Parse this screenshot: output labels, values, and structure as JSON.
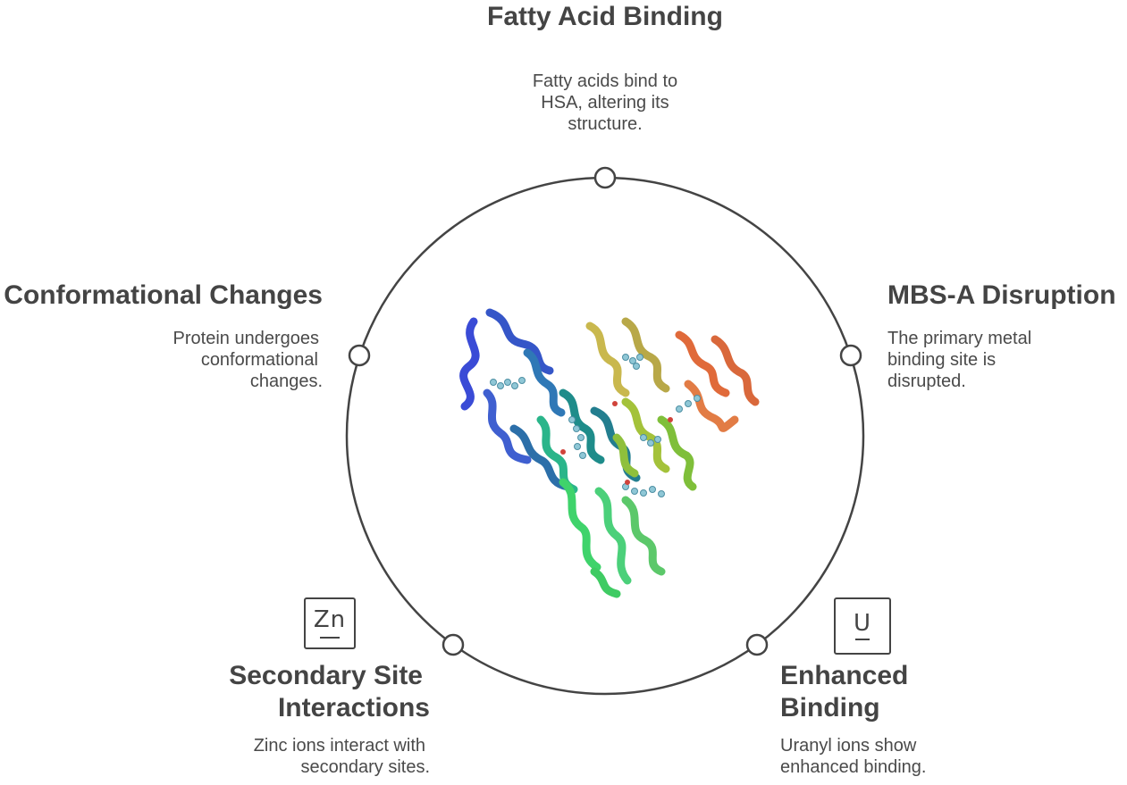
{
  "nodes": [
    {
      "id": "fatty-acid-binding",
      "title": "Fatty Acid Binding",
      "description_lines": [
        "Fatty acids bind to",
        "HSA, altering its",
        "structure."
      ]
    },
    {
      "id": "mbs-a-disruption",
      "title": "MBS-A Disruption",
      "description_lines": [
        "The primary metal",
        "binding site is",
        "disrupted."
      ]
    },
    {
      "id": "enhanced-binding",
      "title_lines": [
        "Enhanced",
        "Binding"
      ],
      "description_lines": [
        "Uranyl ions show",
        "enhanced binding."
      ],
      "badge": "U"
    },
    {
      "id": "secondary-site-interactions",
      "title_lines": [
        "Secondary Site",
        "Interactions"
      ],
      "description_lines": [
        "Zinc ions interact with",
        "secondary sites."
      ],
      "badge": "Zn"
    },
    {
      "id": "conformational-changes",
      "title": "Conformational Changes",
      "description_lines": [
        "Protein undergoes",
        "conformational",
        "changes."
      ]
    }
  ],
  "colors": {
    "ring": "#444444",
    "text": "#444444",
    "protein_palette": [
      "#3b4fd8",
      "#2f7fb5",
      "#1f8f8a",
      "#3fd16a",
      "#a7c83a",
      "#d8b04a",
      "#e0643a"
    ]
  },
  "icons": [
    "protein-structure-image",
    "zinc-element-icon",
    "uranium-element-icon"
  ]
}
